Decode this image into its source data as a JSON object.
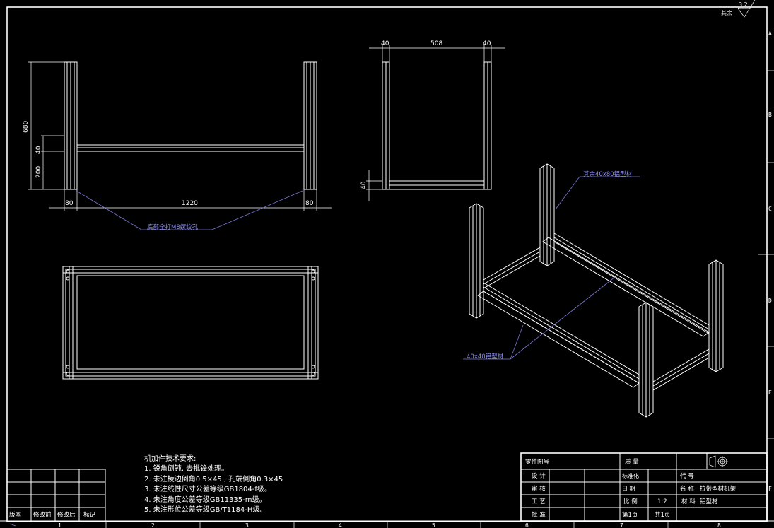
{
  "drawing": {
    "roughness": {
      "value": "3.2",
      "label": "其余"
    },
    "zones_right": [
      "A",
      "B",
      "C",
      "D",
      "E",
      "F"
    ],
    "zones_bottom": [
      "1",
      "2",
      "3",
      "4",
      "5",
      "6",
      "7",
      "8"
    ],
    "front_view": {
      "dim_height": "680",
      "dim_40": "40",
      "dim_200": "200",
      "dim_width": "1220",
      "dim_left": "80",
      "dim_right": "80",
      "note": "底部全打M8螺纹孔"
    },
    "side_view": {
      "dim_left": "40",
      "dim_mid": "508",
      "dim_right": "40",
      "dim_bottom": "40"
    },
    "iso_view": {
      "label_top": "其余40x80铝型材",
      "label_bottom": "40x40铝型材"
    },
    "tech_req": {
      "title": "机加件技术要求:",
      "items": [
        "1. 锐角倒钝, 去批锋处理。",
        "2. 未注棱边倒角0.5×45 , 孔端倒角0.3×45",
        "3. 未注线性尺寸公差等级GB1804-f级。",
        "4. 未注角度公差等级GB11335-m级。",
        "5. 未注形位公差等级GB/T1184-H级。"
      ]
    },
    "revision_block": {
      "headers": [
        "版本",
        "修改前",
        "修改后",
        "标记"
      ]
    },
    "title_block": {
      "drawing_no_label": "零件图号",
      "mass_label": "质 量",
      "design_label": "设 计",
      "review_label": "审 核",
      "process_label": "工 艺",
      "approve_label": "批 准",
      "std_label": "标准化",
      "date_label": "日 期",
      "scale_label": "比 例",
      "scale_value": "1:2",
      "code_label": "代 号",
      "name_label": "名 称",
      "name_value": "拉带型材机架",
      "material_label": "材 料",
      "material_value": "铝型材",
      "sheet_label": "第1页",
      "total_label": "共1页"
    }
  }
}
